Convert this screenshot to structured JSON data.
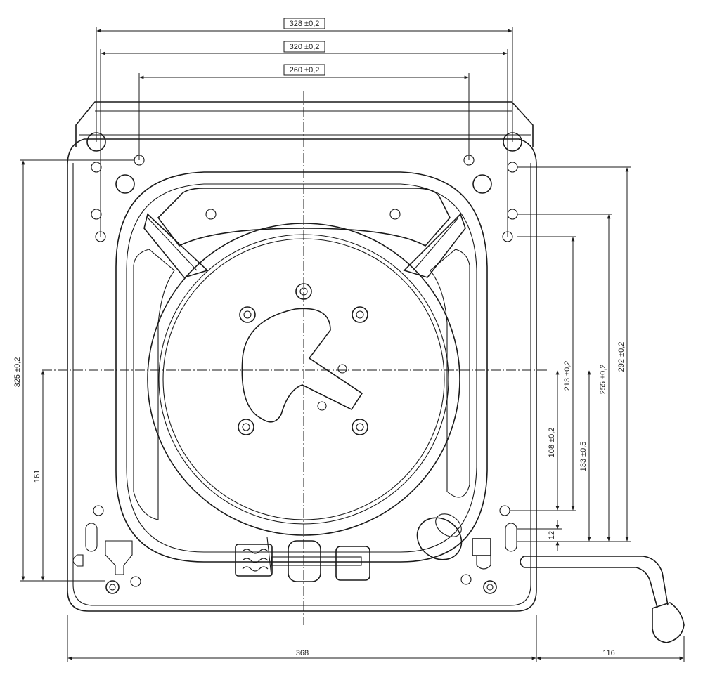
{
  "dimensions": {
    "top_328": "328 ±0,2",
    "top_320": "320 ±0,2",
    "top_260": "260 ±0,2",
    "left_325": "325 ±0,2",
    "left_161": "161",
    "right_213": "213 ±0,2",
    "right_255": "255 ±0,2",
    "right_292": "292 ±0,2",
    "right_108": "108 ±0,2",
    "right_133": "133 ±0,5",
    "right_12": "12",
    "bottom_368": "368",
    "bottom_116": "116"
  },
  "colors": {
    "line": "#1a1a1a",
    "paper": "#ffffff"
  }
}
